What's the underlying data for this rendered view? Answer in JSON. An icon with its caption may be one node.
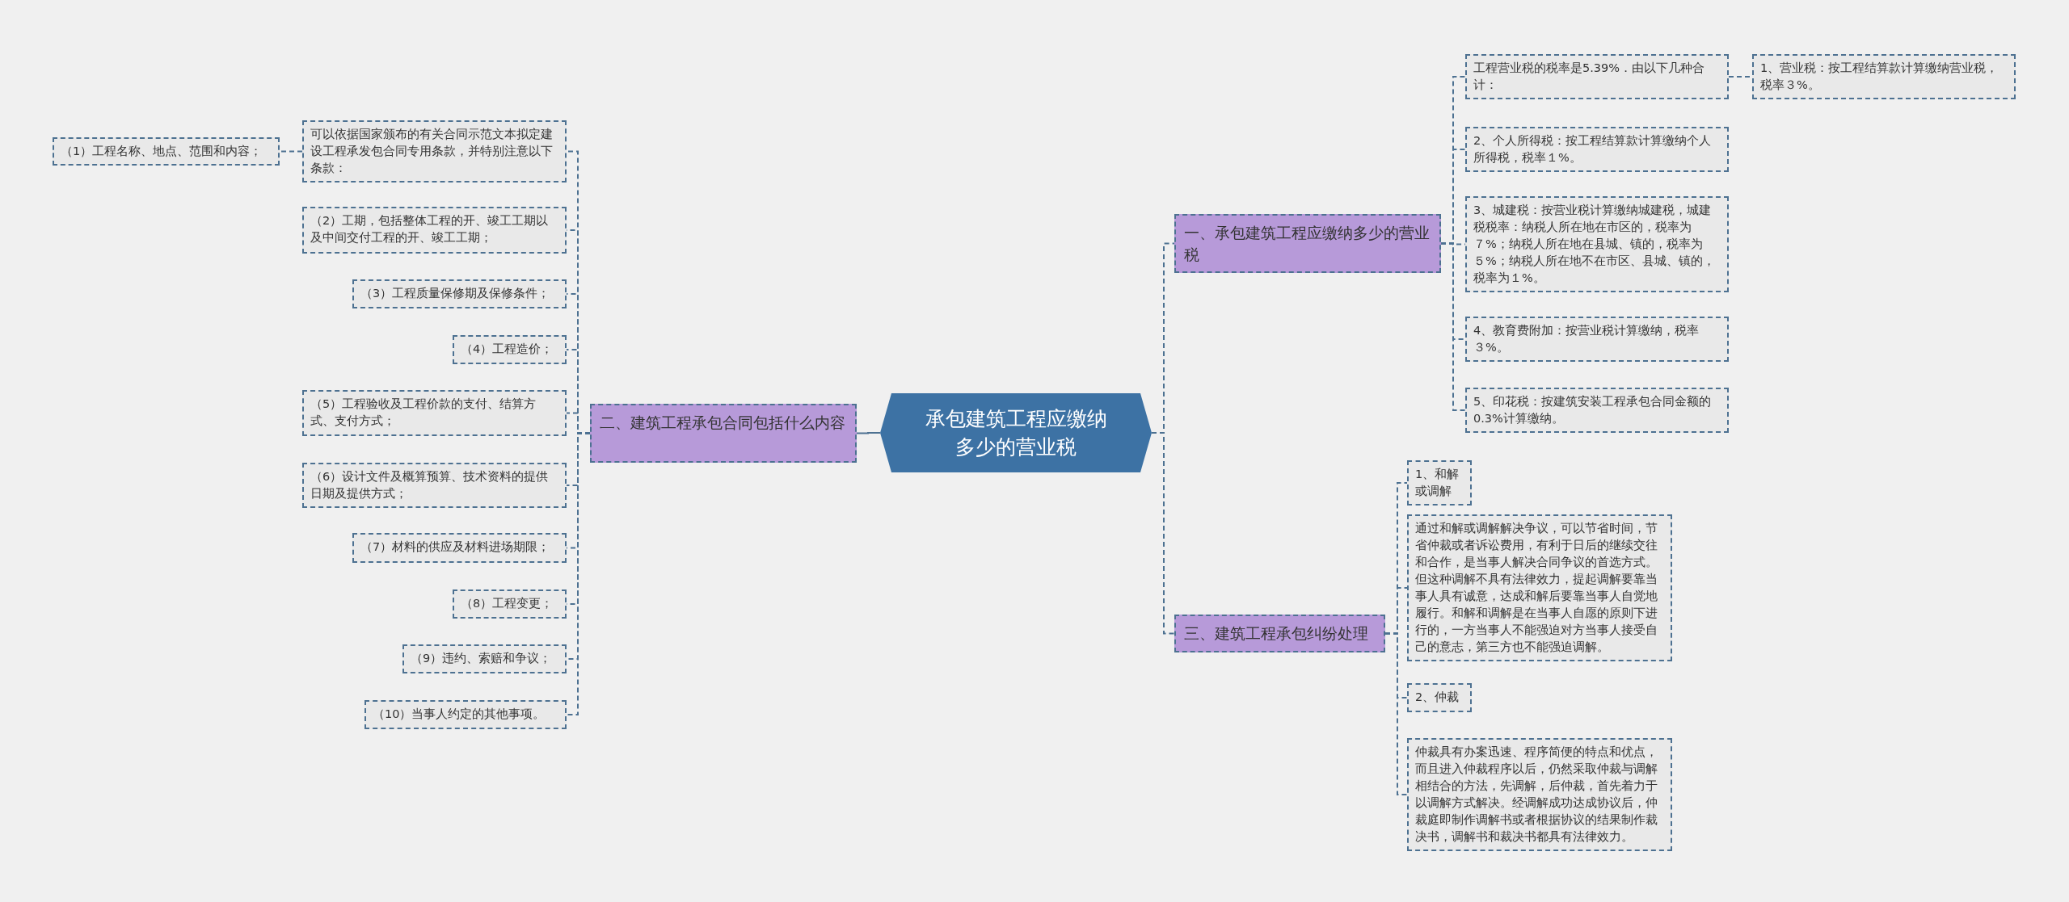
{
  "diagram": {
    "nodes": [
      {
        "text": [
          "承包建筑工程应缴纳多少的营业税"
        ]
      },
      {
        "text": [
          "一、承包建筑工程应缴纳多少的营业税"
        ]
      },
      {
        "text": [
          "工程营业税的税率是5.39%．由以下几种合计："
        ]
      },
      {
        "text": [
          "1、营业税：按工程结算款计算缴纳营业税，税率３%。"
        ]
      },
      {
        "text": [
          "2、个人所得税：按工程结算款计算缴纳个人所得税，税率１%。"
        ]
      },
      {
        "text": [
          "3、城建税：按营业税计算缴纳城建税，城建税税率：纳税人所在地在市区的，税率为７%；纳税人所在地在县城、镇的，税率为５%；纳税人所在地不在市区、县城、镇的，税率为１%。"
        ]
      },
      {
        "text": [
          "4、教育费附加：按营业税计算缴纳，税率３%。"
        ]
      },
      {
        "text": [
          "5、印花税：按建筑安装工程承包合同金额的0.3%计算缴纳。"
        ]
      },
      {
        "text": [
          "二、建筑工程承包合同包括什么内容"
        ]
      },
      {
        "text": [
          "可以依据国家颁布的有关合同示范文本拟定建设工程承发包合同专用条款，并特别注意以下条款："
        ]
      },
      {
        "text": [
          "（1）工程名称、地点、范围和内容；"
        ]
      },
      {
        "text": [
          "（2）工期，包括整体工程的开、竣工工期以及中间交付工程的开、竣工工期；"
        ]
      },
      {
        "text": [
          "（3）工程质量保修期及保修条件；"
        ]
      },
      {
        "text": [
          "（4）工程造价；"
        ]
      },
      {
        "text": [
          "（5）工程验收及工程价款的支付、结算方式、支付方式；"
        ]
      },
      {
        "text": [
          "（6）设计文件及概算预算、技术资料的提供日期及提供方式；"
        ]
      },
      {
        "text": [
          "（7）材料的供应及材料进场期限；"
        ]
      },
      {
        "text": [
          "（8）工程变更；"
        ]
      },
      {
        "text": [
          "（9）违约、索赔和争议；"
        ]
      },
      {
        "text": [
          "（10）当事人约定的其他事项。"
        ]
      },
      {
        "text": [
          "三、建筑工程承包纠纷处理"
        ]
      },
      {
        "text": [
          "1、和解或调解"
        ]
      },
      {
        "text": [
          "通过和解或调解解决争议，可以节省时间，节省仲裁或者诉讼费用，有利于日后的继续交往和合作，是当事人解决合同争议的首选方式。但这种调解不具有法律效力，提起调解要靠当事人具有诚意，达成和解后要靠当事人自觉地履行。和解和调解是在当事人自愿的原则下进行的，一方当事人不能强迫对方当事人接受自己的意志，第三方也不能强迫调解。"
        ]
      },
      {
        "text": [
          "2、仲裁"
        ]
      },
      {
        "text": [
          "仲裁具有办案迅速、程序简便的特点和优点，而且进入仲裁程序以后，仍然采取仲裁与调解相结合的方法，先调解，后仲裁，首先着力于以调解方式解决。经调解成功达成协议后，仲裁庭即制作调解书或者根据协议的结果制作裁决书，调解书和裁决书都具有法律效力。"
        ]
      }
    ],
    "edges": [
      {
        "from": 0,
        "to": 1,
        "arrow": "none",
        "style": "dashed"
      },
      {
        "from": 1,
        "to": 2,
        "arrow": "none",
        "style": "dashed"
      },
      {
        "from": 2,
        "to": 3,
        "arrow": "none",
        "style": "dashed"
      },
      {
        "from": 1,
        "to": 4,
        "arrow": "none",
        "style": "dashed"
      },
      {
        "from": 1,
        "to": 5,
        "arrow": "none",
        "style": "dashed"
      },
      {
        "from": 1,
        "to": 6,
        "arrow": "none",
        "style": "dashed"
      },
      {
        "from": 1,
        "to": 7,
        "arrow": "none",
        "style": "dashed"
      },
      {
        "from": 0,
        "to": 8,
        "arrow": "none"
      },
      {
        "from": 8,
        "to": 9,
        "arrow": "none",
        "style": "dashed"
      },
      {
        "from": 9,
        "to": 10,
        "arrow": "none",
        "style": "dashed"
      },
      {
        "from": 8,
        "to": 11,
        "arrow": "none",
        "style": "dashed"
      },
      {
        "from": 8,
        "to": 12,
        "arrow": "none",
        "style": "dashed"
      },
      {
        "from": 8,
        "to": 13,
        "arrow": "none",
        "style": "dashed"
      },
      {
        "from": 8,
        "to": 14,
        "arrow": "none",
        "style": "dashed"
      },
      {
        "from": 8,
        "to": 15,
        "arrow": "none",
        "style": "dashed"
      },
      {
        "from": 8,
        "to": 16,
        "arrow": "none",
        "style": "dashed"
      },
      {
        "from": 8,
        "to": 17,
        "arrow": "none",
        "style": "dashed"
      },
      {
        "from": 8,
        "to": 18,
        "arrow": "none",
        "style": "dashed"
      },
      {
        "from": 8,
        "to": 19,
        "arrow": "none",
        "style": "dashed"
      },
      {
        "from": 0,
        "to": 20,
        "arrow": "none",
        "style": "dashed"
      },
      {
        "from": 20,
        "to": 21,
        "arrow": "none",
        "style": "dashed"
      },
      {
        "from": 20,
        "to": 22,
        "arrow": "none",
        "style": "dashed"
      },
      {
        "from": 20,
        "to": 23,
        "arrow": "none",
        "style": "dashed"
      },
      {
        "from": 20,
        "to": 24,
        "arrow": "none",
        "style": "dashed"
      }
    ]
  }
}
